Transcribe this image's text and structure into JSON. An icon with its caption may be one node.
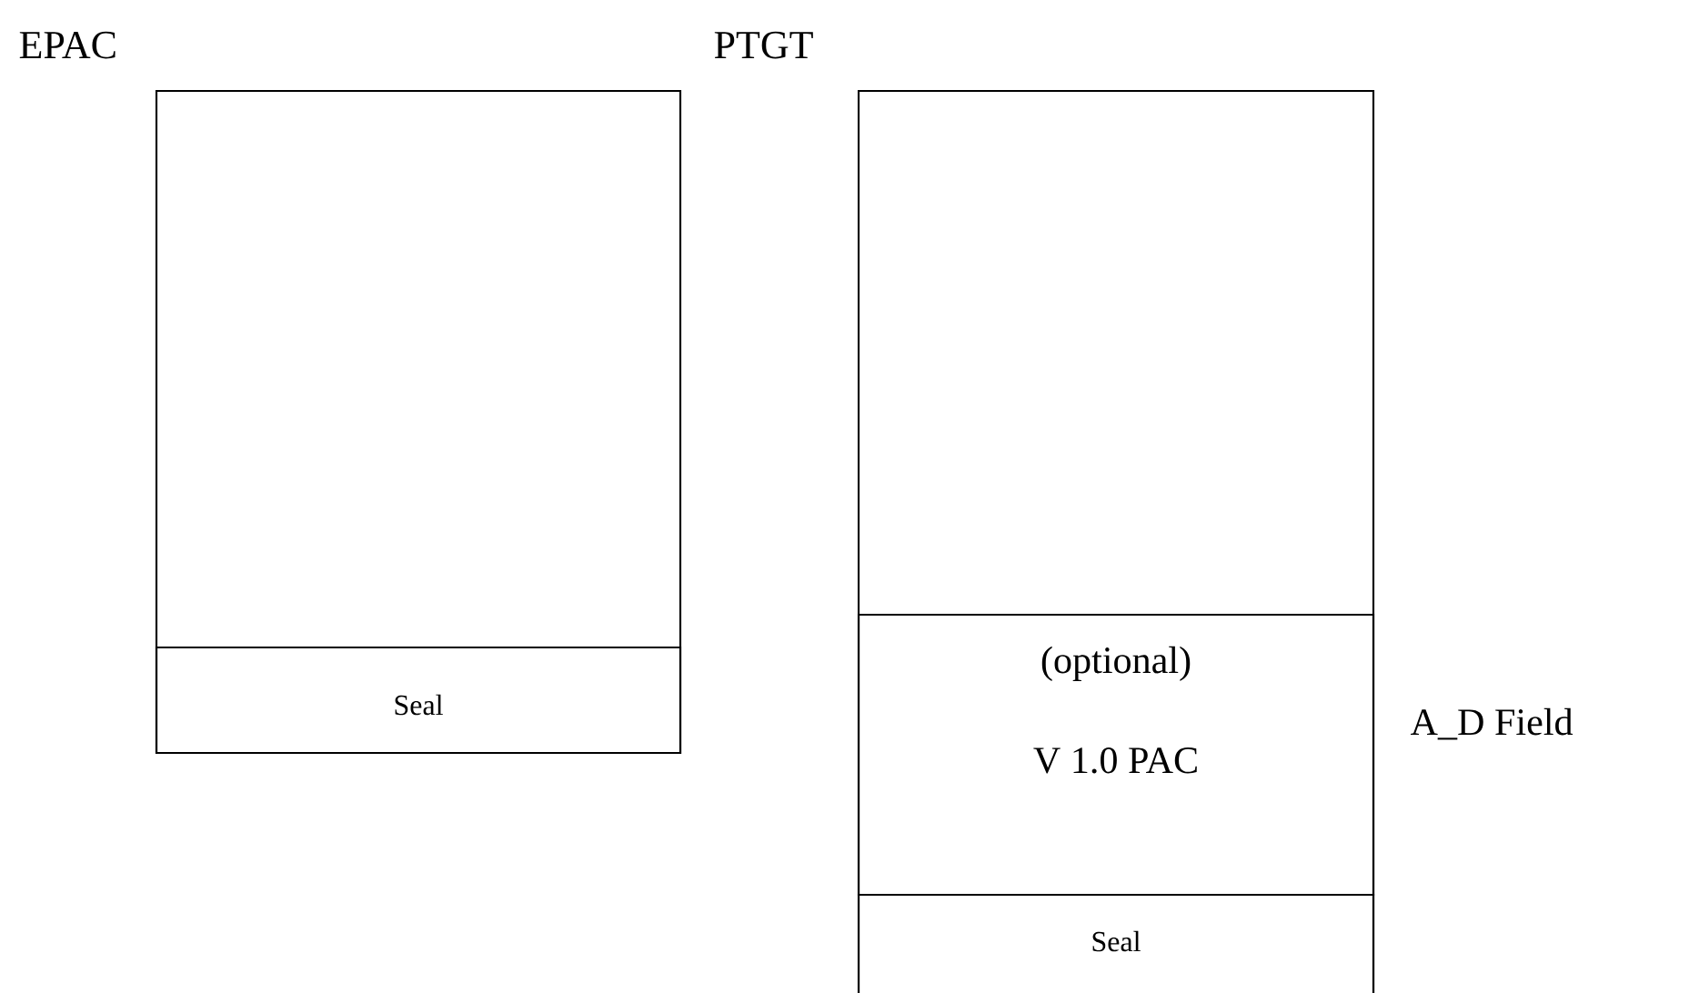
{
  "diagram": {
    "nodes": [
      {
        "text": [
          "EPAC"
        ]
      },
      {
        "text": [
          "Seal"
        ],
        "in": 0
      },
      {
        "text": [
          "PTGT"
        ]
      },
      {
        "text": [
          "(optional)",
          "V 1.0 PAC"
        ],
        "in": 2,
        "beside": [
          "A_D Field"
        ]
      },
      {
        "text": [
          "Seal"
        ],
        "in": 2
      }
    ]
  }
}
